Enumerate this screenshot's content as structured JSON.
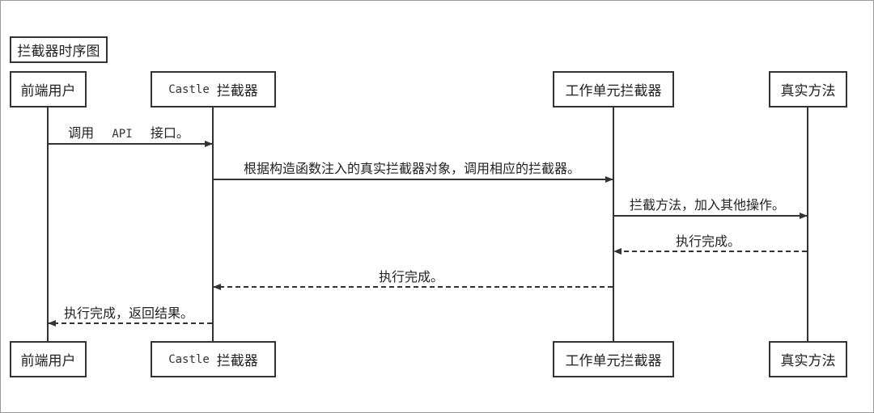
{
  "diagram": {
    "title": "拦截器时序图",
    "participants": [
      {
        "id": "p1",
        "label": "前端用户"
      },
      {
        "id": "p2",
        "label_code": "Castle",
        "label": "拦截器"
      },
      {
        "id": "p3",
        "label": "工作单元拦截器"
      },
      {
        "id": "p4",
        "label": "真实方法"
      }
    ],
    "messages": [
      {
        "id": "m1",
        "from": "p1",
        "to": "p2",
        "style": "solid",
        "parts": [
          "调用",
          "API",
          "接口。"
        ]
      },
      {
        "id": "m2",
        "from": "p2",
        "to": "p3",
        "style": "solid",
        "text": "根据构造函数注入的真实拦截器对象，调用相应的拦截器。"
      },
      {
        "id": "m3",
        "from": "p3",
        "to": "p4",
        "style": "solid",
        "text": "拦截方法，加入其他操作。"
      },
      {
        "id": "m4",
        "from": "p4",
        "to": "p3",
        "style": "dashed",
        "text": "执行完成。"
      },
      {
        "id": "m5",
        "from": "p3",
        "to": "p2",
        "style": "dashed",
        "text": "执行完成。"
      },
      {
        "id": "m6",
        "from": "p2",
        "to": "p1",
        "style": "dashed",
        "text": "执行完成，返回结果。"
      }
    ]
  },
  "colors": {
    "line": "#333333",
    "border": "#333333",
    "text": "#222222"
  }
}
